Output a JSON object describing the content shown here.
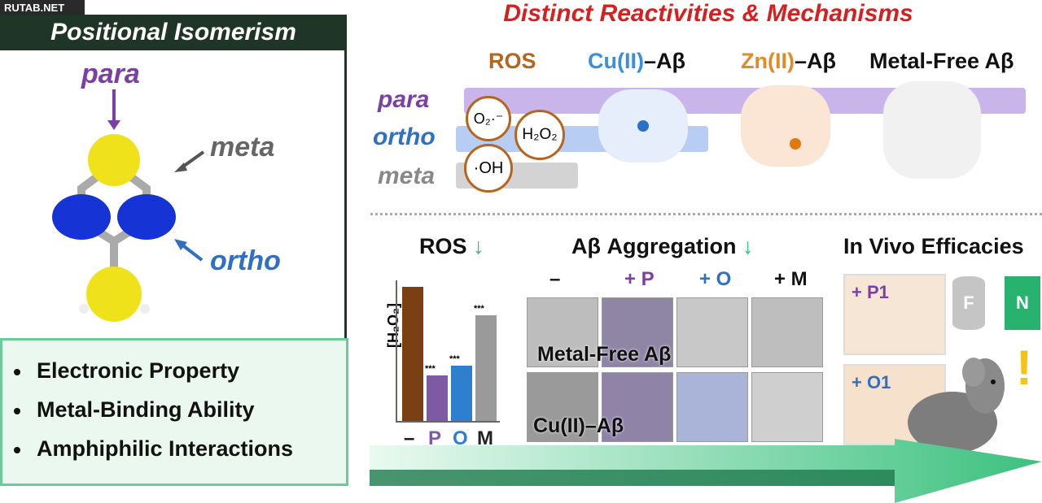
{
  "watermark": "RUTAB.NET",
  "left": {
    "header": "Positional Isomerism",
    "labels": {
      "para": "para",
      "meta": "meta",
      "ortho": "ortho"
    },
    "bullets": [
      "Electronic Property",
      "Metal-Binding Ability",
      "Amphiphilic Interactions"
    ]
  },
  "right": {
    "title": "Distinct Reactivities & Mechanisms",
    "top_labels": {
      "ros": "ROS",
      "cu": "Cu(II)",
      "cu_suffix": "–Aβ",
      "zn": "Zn(II)",
      "zn_suffix": "–Aβ",
      "mf": "Metal-Free Aβ"
    },
    "rows": [
      "para",
      "ortho",
      "meta"
    ],
    "species": {
      "o2": "O₂·⁻",
      "h2o2": "H₂O₂",
      "oh": "·OH"
    },
    "sections": {
      "ros": "ROS",
      "agg": "Aβ Aggregation",
      "vivo": "In Vivo Efficacies"
    },
    "ros_chart": {
      "type": "bar",
      "ylabel": "[H₂O₂]",
      "categories": [
        "–",
        "P",
        "O",
        "M"
      ],
      "values": [
        100,
        34,
        41,
        79
      ],
      "colors": [
        "#7a3f12",
        "#7e5aa4",
        "#2e7fd0",
        "#9a9a9a"
      ],
      "significance": [
        "",
        "***",
        "***",
        "***"
      ]
    },
    "agg": {
      "columns": [
        "–",
        "+ P",
        "+ O",
        "+ M"
      ],
      "row_labels": [
        "Metal-Free Aβ",
        "Cu(II)–Aβ"
      ]
    },
    "vivo": {
      "slices": [
        "+ P1",
        "+ O1"
      ],
      "tags": [
        "F",
        "N"
      ],
      "alert": "!"
    }
  },
  "colors": {
    "para": "#7b3fa6",
    "ortho": "#2f6fc4",
    "meta": "#777777",
    "title": "#d71f1f",
    "green": "#3cc17f"
  }
}
